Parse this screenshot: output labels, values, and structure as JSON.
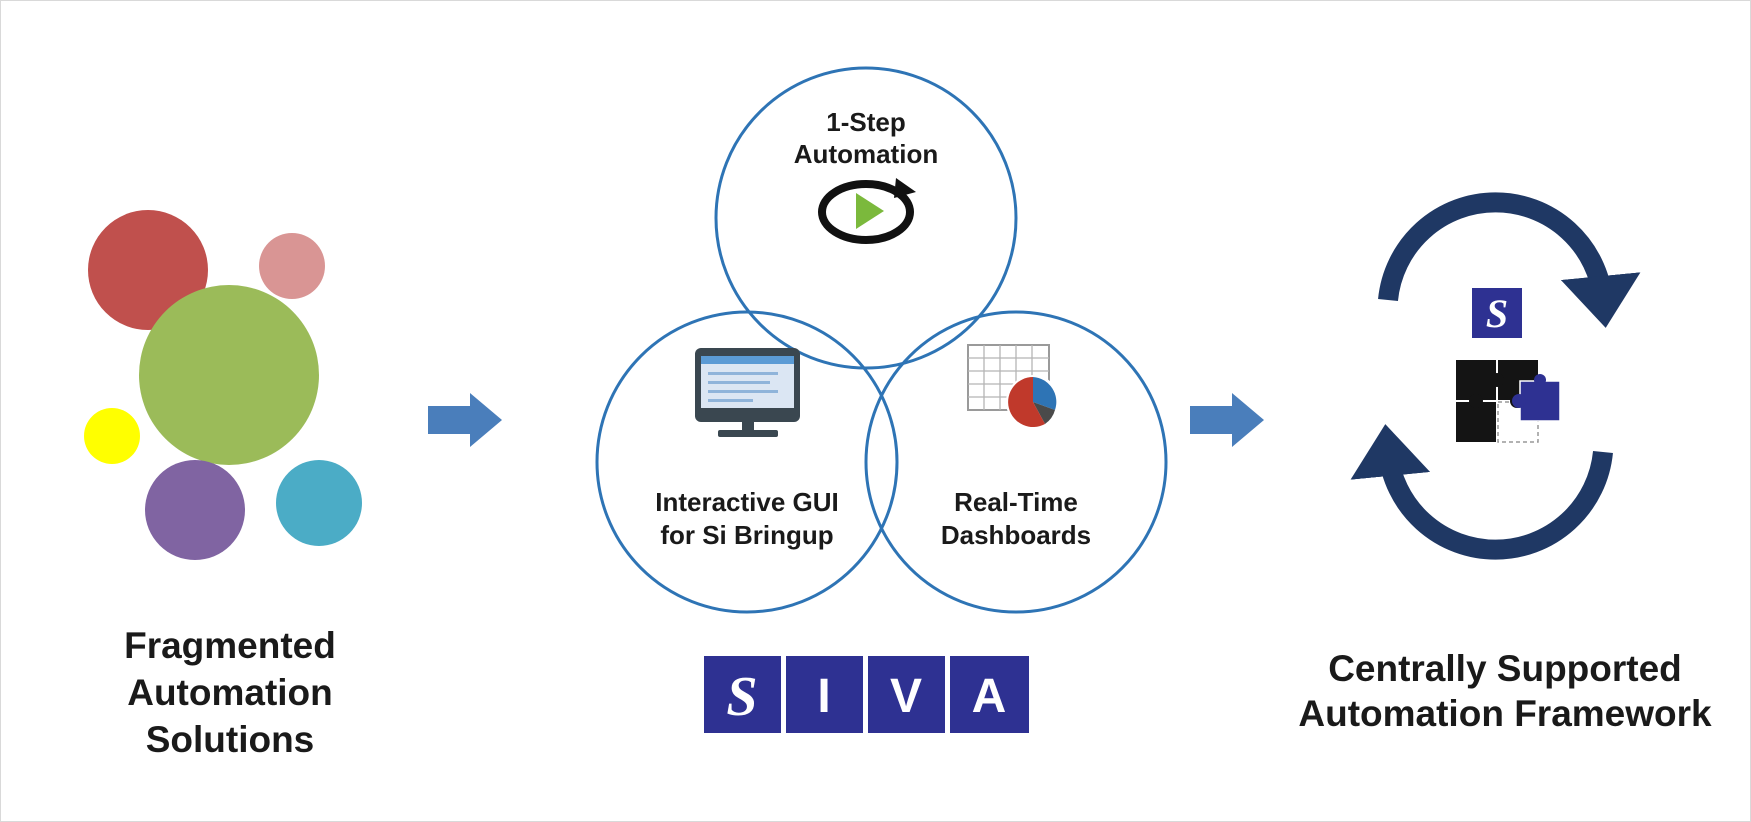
{
  "left": {
    "caption_lines": [
      "Fragmented",
      "Automation",
      "Solutions"
    ],
    "bubble_colors": [
      "#c0504d",
      "#d99594",
      "#9bbb59",
      "#ffff00",
      "#8064a2",
      "#4bacc6"
    ]
  },
  "venn": {
    "top_label": [
      "1-Step",
      "Automation"
    ],
    "left_label": [
      "Interactive GUI",
      "for Si Bringup"
    ],
    "right_label": [
      "Real-Time",
      "Dashboards"
    ],
    "circle_color": "#2e74b5"
  },
  "logo": {
    "letters": [
      "S",
      "I",
      "V",
      "A"
    ],
    "box_color": "#2e3192"
  },
  "right": {
    "caption_lines": [
      "Centrally Supported",
      "Automation Framework"
    ],
    "badge_letter": "S",
    "cycle_color": "#1f3864"
  },
  "arrow_color": "#4a7ebb"
}
